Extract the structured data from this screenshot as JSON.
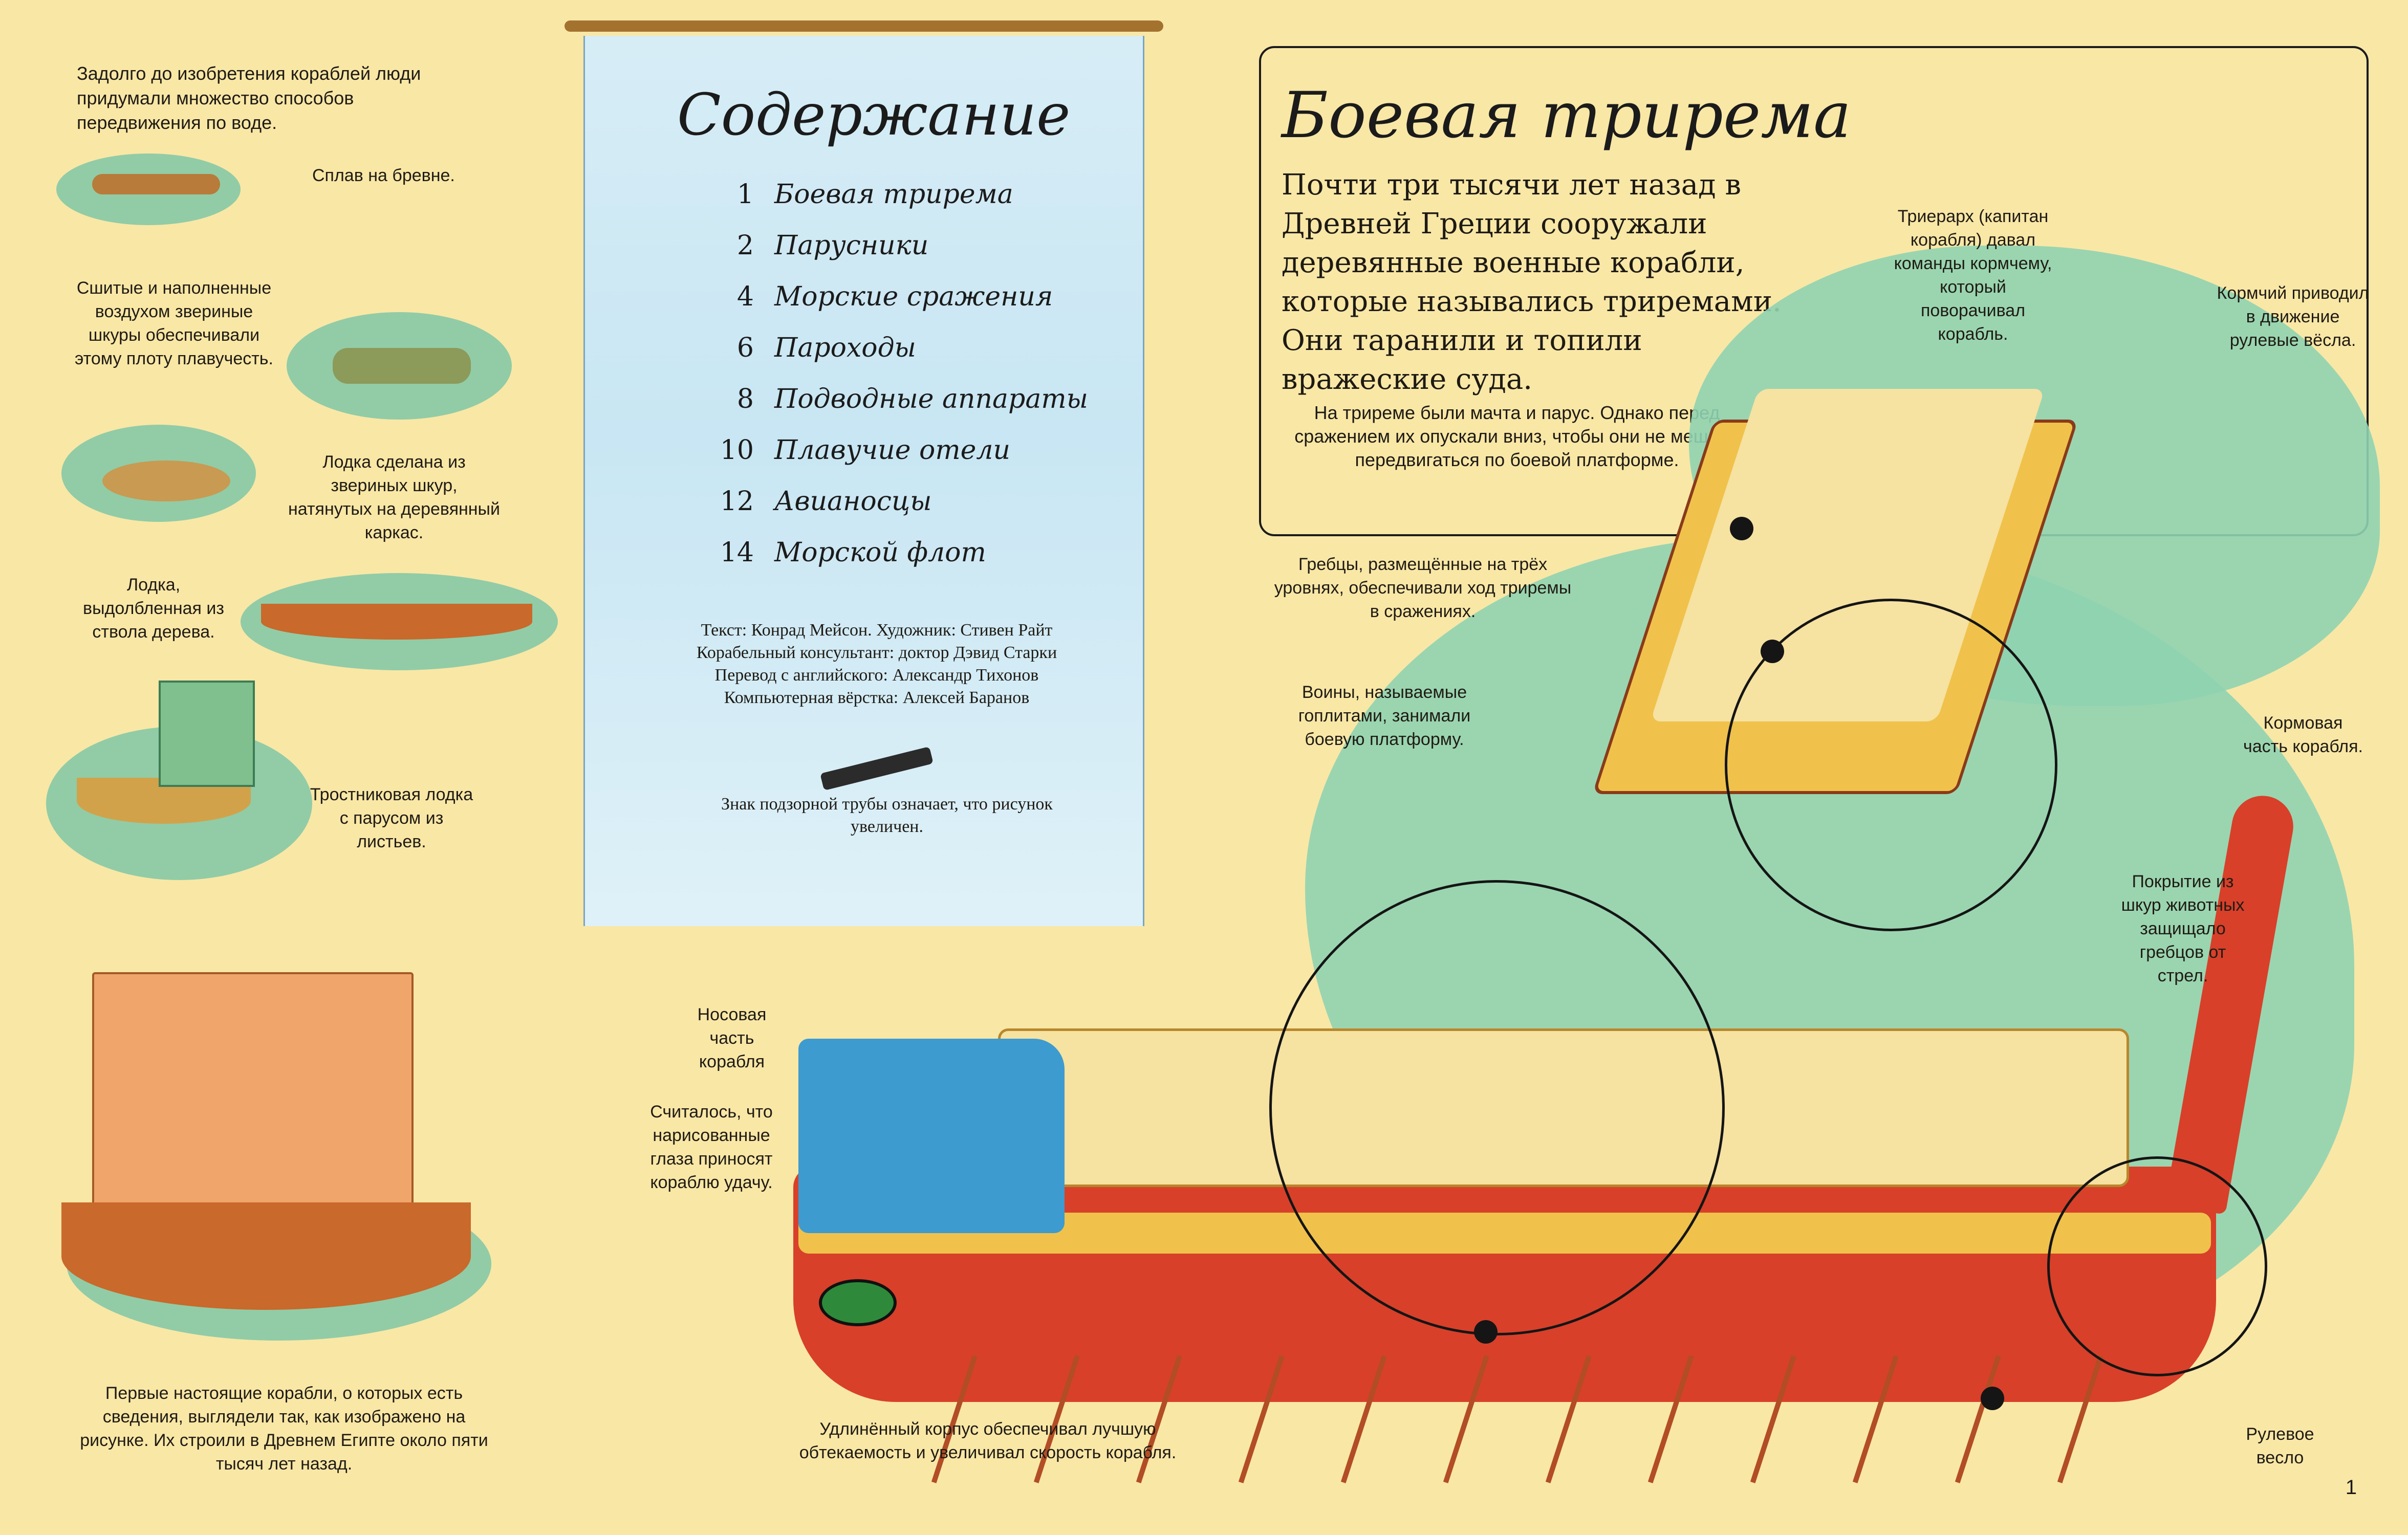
{
  "left_column": {
    "intro": "Задолго до изобретения кораблей люди придумали множество способов передвижения по воде.",
    "captions": [
      "Сплав на бревне.",
      "Сшитые и наполненные воздухом звериные шкуры обеспечивали этому плоту плавучесть.",
      "Лодка сделана из звериных шкур, натянутых на деревянный каркас.",
      "Лодка, выдолбленная из ствола дерева.",
      "Тростниковая лодка с парусом из листьев.",
      "Первые настоящие корабли, о которых есть сведения, выглядели так, как изображено на рисунке. Их строили в Древнем Египте около пяти тысяч лет назад."
    ]
  },
  "contents": {
    "title": "Содержание",
    "items": [
      {
        "num": "1",
        "label": "Боевая трирема"
      },
      {
        "num": "2",
        "label": "Парусники"
      },
      {
        "num": "4",
        "label": "Морские сражения"
      },
      {
        "num": "6",
        "label": "Пароходы"
      },
      {
        "num": "8",
        "label": "Подводные аппараты"
      },
      {
        "num": "10",
        "label": "Плавучие отели"
      },
      {
        "num": "12",
        "label": "Авианосцы"
      },
      {
        "num": "14",
        "label": "Морской флот"
      }
    ],
    "credits": [
      "Текст: Конрад Мейсон.  Художник: Стивен Райт",
      "Корабельный консультант: доктор Дэвид Старки",
      "Перевод с английского: Александр Тихонов",
      "Компьютерная вёрстка: Алексей Баранов"
    ],
    "spyglass_caption": "Знак подзорной трубы означает, что рисунок увеличен."
  },
  "trireme": {
    "title": "Боевая трирема",
    "intro": "Почти три тысячи лет назад в Древней Греции сооружали деревянные военные корабли, которые назывались триремами. Они таранили и топили вражеские суда.",
    "note": "На триреме были мачта и парус. Однако перед сражением их опускали вниз, чтобы они не мешали передвигаться по боевой платформе.",
    "labels": {
      "trierarch": "Триерарх (капитан корабля) давал команды кормчему, который поворачивал корабль.",
      "helmsman": "Кормчий приводил в движение рулевые вёсла.",
      "rowers": "Гребцы, размещённые на трёх уровнях, обеспечивали ход триремы в сражениях.",
      "hoplites": "Воины, называемые гоплитами, занимали боевую платформу.",
      "stern": "Кормовая часть корабля.",
      "hides": "Покрытие из шкур животных защищало гребцов от стрел.",
      "bow": "Носовая часть корабля",
      "eyes": "Считалось, что нарисованные глаза приносят кораблю удачу.",
      "hull": "Удлинённый корпус обеспечивал лучшую обтекаемость и увеличивал скорость корабля.",
      "rudder": "Рулевое весло"
    }
  },
  "page_number": "1",
  "colors": {
    "page_bg": "#f9e7a6",
    "scroll_bg": "#d7edf6",
    "sea": "#8fd3b1",
    "hull_red": "#d8402a",
    "hull_yellow": "#f0c24b"
  }
}
